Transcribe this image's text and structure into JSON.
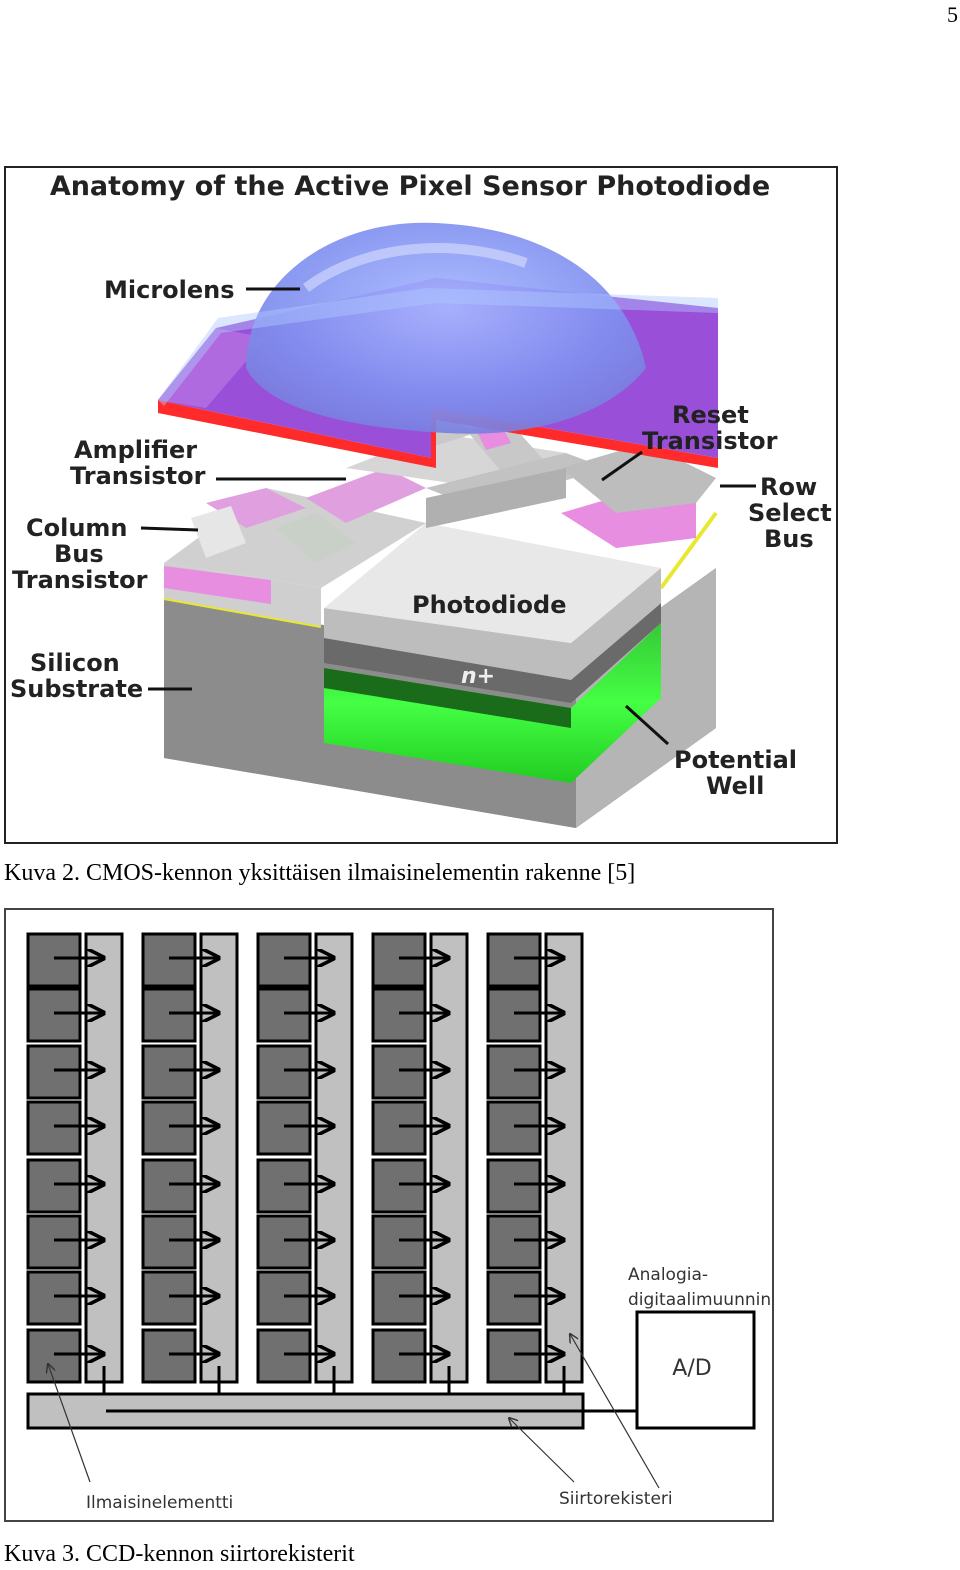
{
  "page_number": "5",
  "figure1": {
    "title": "Anatomy of the Active Pixel Sensor Photodiode",
    "labels": {
      "microlens": "Microlens",
      "amplifier_1": "Amplifier",
      "amplifier_2": "Transistor",
      "column_1": "Column",
      "column_2": "Bus",
      "column_3": "Transistor",
      "silicon_1": "Silicon",
      "silicon_2": "Substrate",
      "reset_1": "Reset",
      "reset_2": "Transistor",
      "row_1": "Row",
      "row_2": "Select",
      "row_3": "Bus",
      "photodiode": "Photodiode",
      "nplus": "n+",
      "well_1": "Potential",
      "well_2": "Well"
    },
    "caption": "Kuva 2. CMOS-kennon yksittäisen ilmaisinelementin rakenne [5]"
  },
  "figure2": {
    "analog_1": "Analogia-",
    "analog_2": "digitaalimuunnin",
    "ad": "A/D",
    "detector": "Ilmaisinelementti",
    "shift_register": "Siirtorekisteri",
    "caption": "Kuva 3. CCD-kennon siirtorekisterit"
  }
}
